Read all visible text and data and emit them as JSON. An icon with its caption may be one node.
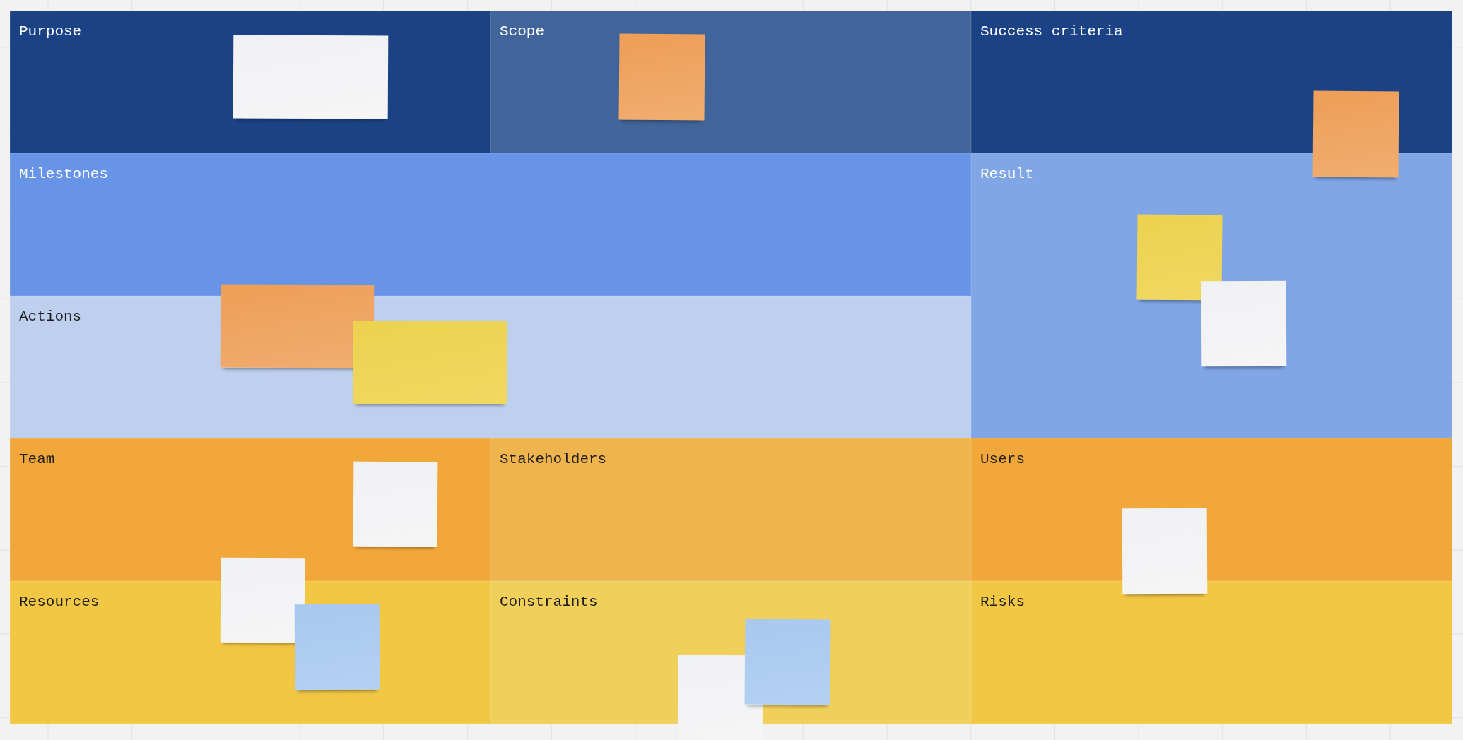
{
  "diagram": {
    "nodes": [
      {
        "text": [
          "Purpose"
        ]
      },
      {
        "text": [
          "Scope"
        ]
      },
      {
        "text": [
          "Success criteria"
        ]
      },
      {
        "text": [
          "Milestones"
        ]
      },
      {
        "text": [
          "Result"
        ]
      },
      {
        "text": [
          "Actions"
        ]
      },
      {
        "text": [
          "Team"
        ]
      },
      {
        "text": [
          "Stakeholders"
        ]
      },
      {
        "text": [
          "Users"
        ]
      },
      {
        "text": [
          "Resources"
        ]
      },
      {
        "text": [
          "Constraints"
        ]
      },
      {
        "text": [
          "Risks"
        ]
      },
      {
        "text": [],
        "shape": "box",
        "in": 0
      },
      {
        "text": [],
        "shape": "box",
        "in": 1
      },
      {
        "text": [],
        "shape": "box"
      },
      {
        "text": [],
        "shape": "box",
        "in": 4
      },
      {
        "text": [],
        "shape": "box",
        "in": 4
      },
      {
        "text": [],
        "shape": "box"
      },
      {
        "text": [],
        "shape": "box",
        "in": 5
      },
      {
        "text": [],
        "shape": "box",
        "in": 6
      },
      {
        "text": [],
        "shape": "box"
      },
      {
        "text": [],
        "shape": "box"
      },
      {
        "text": [],
        "shape": "box",
        "in": 9
      },
      {
        "text": [],
        "shape": "box"
      },
      {
        "text": [],
        "shape": "box",
        "in": 10
      }
    ]
  }
}
